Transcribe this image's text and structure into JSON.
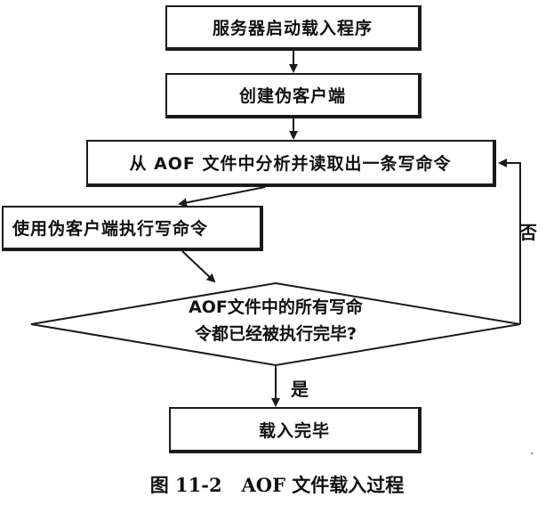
{
  "steps": {
    "start_loader": "服务器启动载入程序",
    "create_fake_client": "创建伪客户端",
    "read_command": "从 AOF 文件中分析并读取出一条写命令",
    "execute_command": "使用伪客户端执行写命令",
    "finished": "载入完毕"
  },
  "decision": {
    "line1": "AOF文件中的所有写命",
    "line2": "令都已经被执行完毕?"
  },
  "labels": {
    "no": "否",
    "yes": "是"
  },
  "caption": "图 11-2   AOF 文件载入过程"
}
